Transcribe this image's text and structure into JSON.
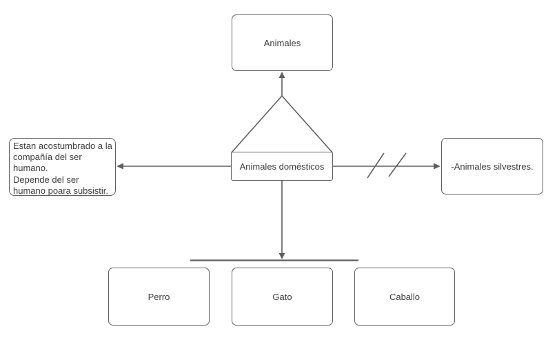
{
  "canvas": {
    "background_color": "#ffffff",
    "stroke_color": "#5f5f5f",
    "text_color": "#3d3d3d"
  },
  "nodes": {
    "animales": {
      "label": "Animales"
    },
    "domesticos": {
      "label": "Animales domésticos"
    },
    "caracteristicas": {
      "lines": [
        "Estan acostumbrado a la",
        "compañía del ser",
        "humano.",
        "Depende del ser",
        "humano poara subsistir."
      ]
    },
    "silvestres": {
      "label": "-Animales silvestres."
    },
    "perro": {
      "label": "Perro"
    },
    "gato": {
      "label": "Gato"
    },
    "caballo": {
      "label": "Caballo"
    }
  }
}
